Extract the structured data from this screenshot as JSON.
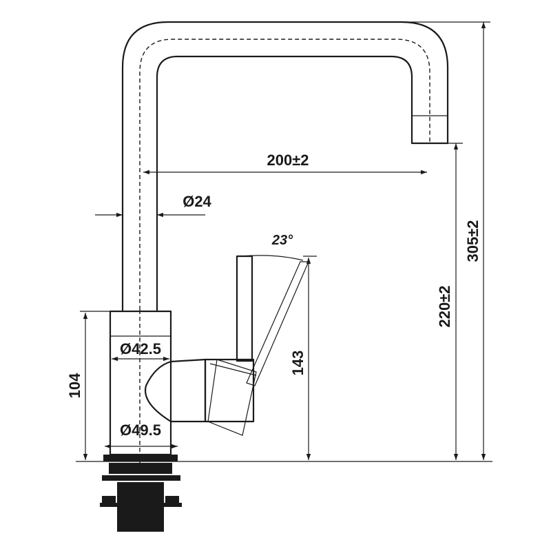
{
  "dimensions": {
    "spout_reach": "200±2",
    "spout_diameter": "Ø24",
    "lever_angle": "23°",
    "total_height": "305±2",
    "spout_height": "220±2",
    "lever_height": "143",
    "body_height": "104",
    "body_upper_diameter": "Ø42.5",
    "body_base_diameter": "Ø49.5"
  }
}
